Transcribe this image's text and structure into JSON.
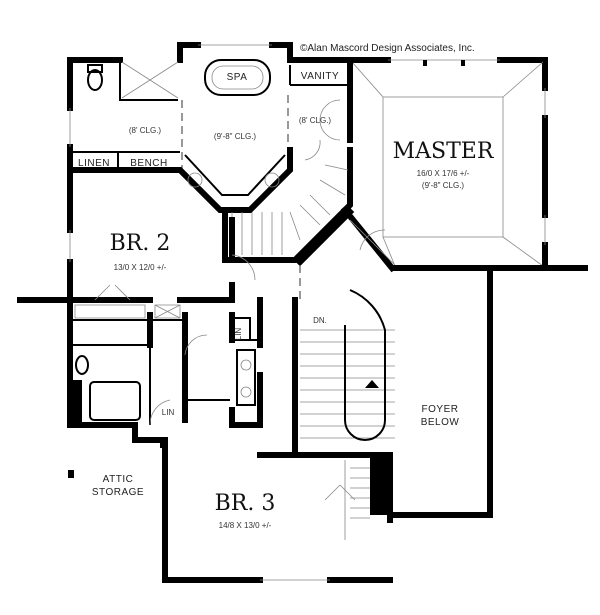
{
  "copyright": "©Alan Mascord Design Associates, Inc.",
  "rooms": {
    "spa": "SPA",
    "vanity": "VANITY",
    "ceiling_8_left": "(8' CLG.)",
    "ceiling_98_bath": "(9'-8\" CLG.)",
    "ceiling_8_right": "(8' CLG.)",
    "linen": "LINEN",
    "bench": "BENCH",
    "master": {
      "name": "MASTER",
      "size": "16/0 X 17/6 +/-",
      "ceiling": "(9'-8\" CLG.)"
    },
    "br2": {
      "name": "BR. 2",
      "size": "13/0 X 12/0 +/-"
    },
    "lin_upper": "LIN",
    "lin_lower": "LIN",
    "stairs_down": "DN.",
    "foyer": {
      "line1": "FOYER",
      "line2": "BELOW"
    },
    "attic": {
      "line1": "ATTIC",
      "line2": "STORAGE"
    },
    "br3": {
      "name": "BR. 3",
      "size": "14/8 X 13/0 +/-"
    }
  }
}
